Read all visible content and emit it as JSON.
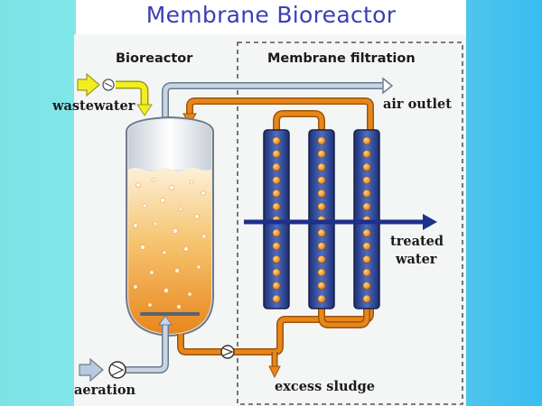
{
  "title": "Membrane Bioreactor",
  "sections": {
    "bioreactor": "Bioreactor",
    "membrane_filtration": "Membrane filtration"
  },
  "labels": {
    "wastewater": "wastewater",
    "air_outlet": "air outlet",
    "treated_water_line1": "treated",
    "treated_water_line2": "water",
    "aeration": "aeration",
    "excess_sludge": "excess sludge"
  },
  "colors": {
    "title": "#3b3fb6",
    "wastewater_arrow": "#f2ee1f",
    "sludge_pipe": "#e8861c",
    "air_pipe": "#aab9cc",
    "membrane_module": "#2a3f8a",
    "treated_arrow": "#1e2f8c"
  }
}
